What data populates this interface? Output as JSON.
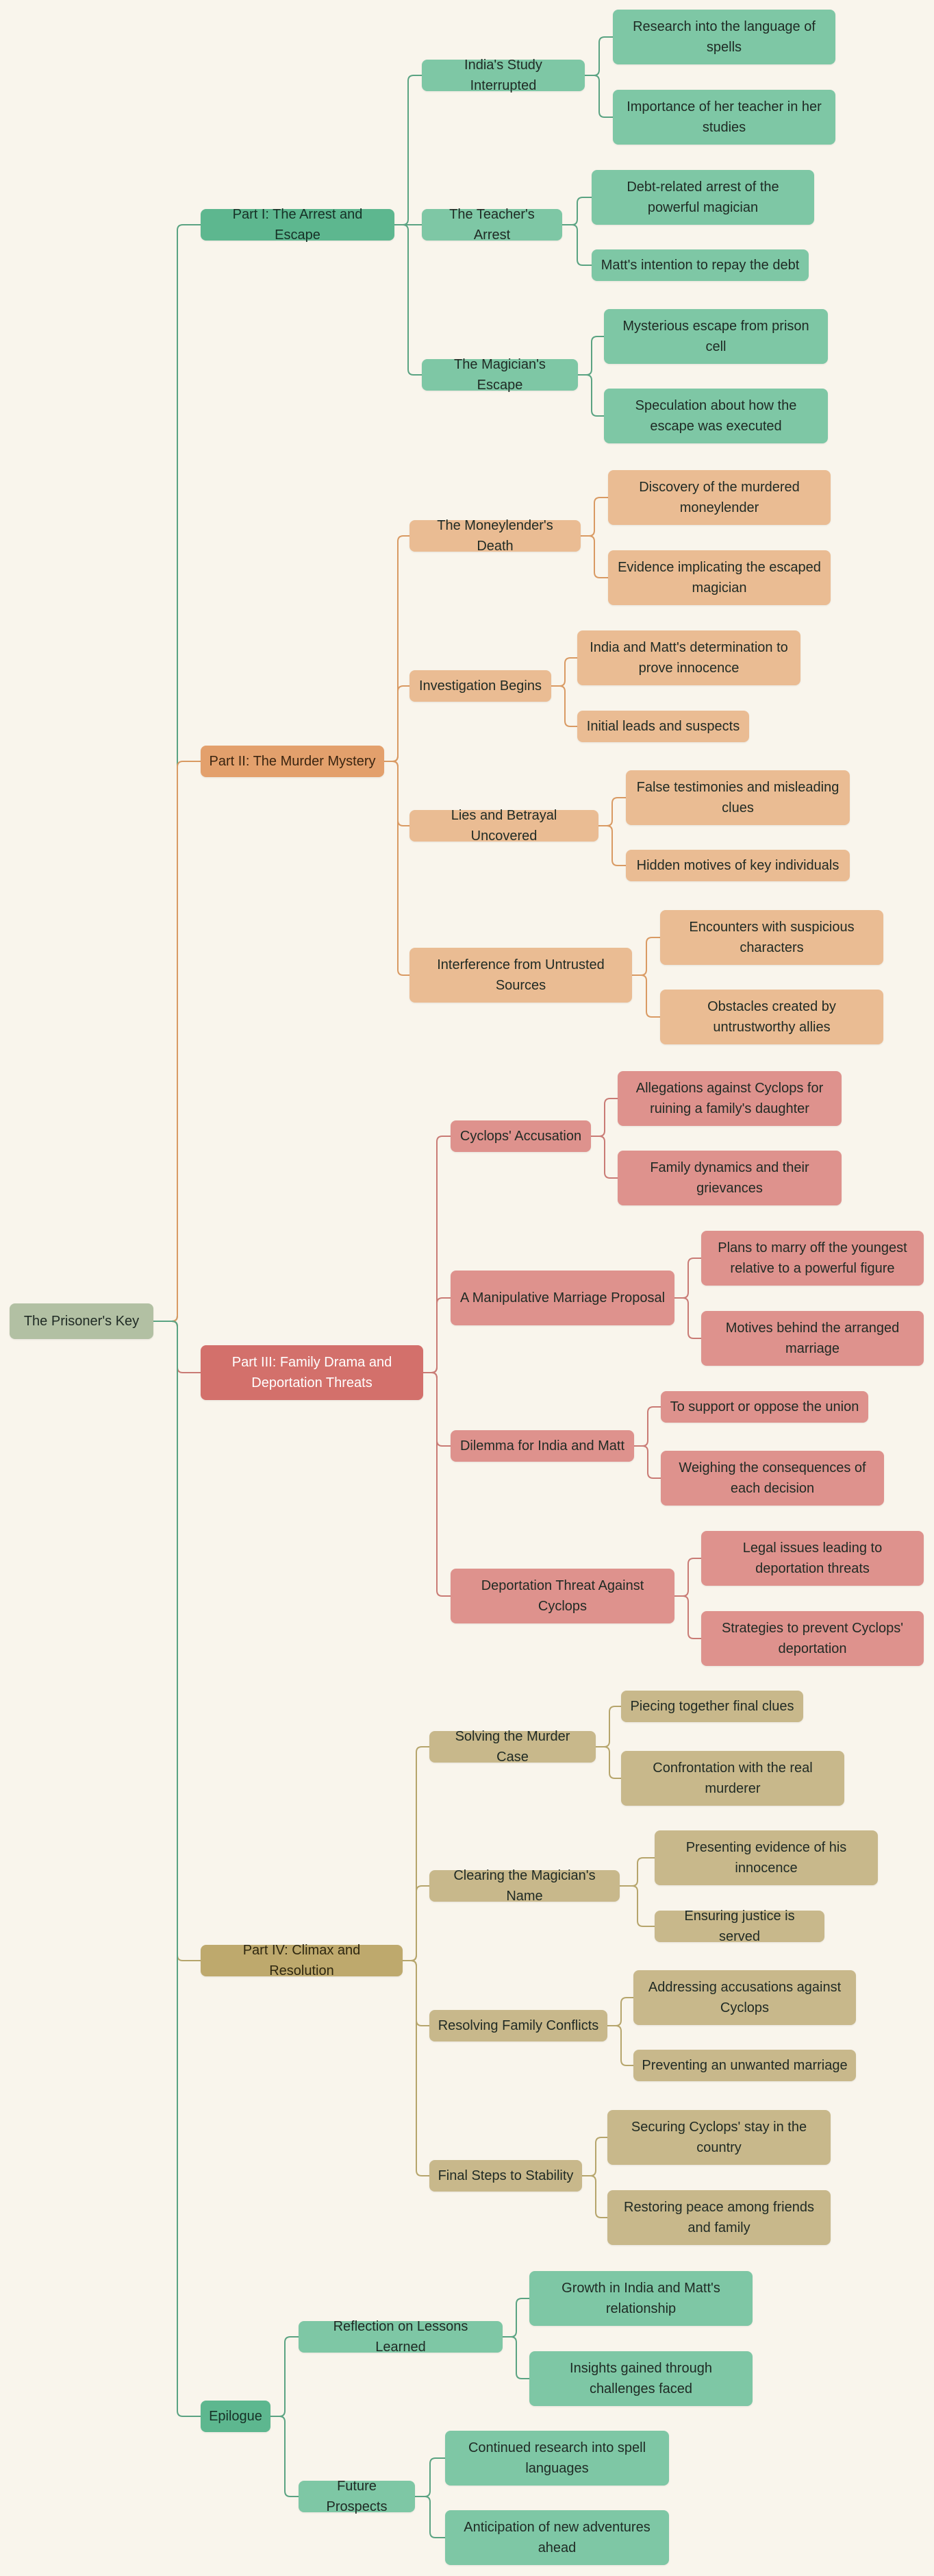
{
  "colors": {
    "background": "#f9f5ec",
    "root": "#b2c0a3",
    "part_green": "#5db78f",
    "leaf_green": "#7ec7a5",
    "line_green": "#5aa382",
    "part_orange": "#e3a06c",
    "leaf_orange": "#eabc93",
    "line_orange": "#d99a63",
    "part_red": "#d3706b",
    "leaf_red": "#de928d",
    "line_red": "#c97b75",
    "part_olive": "#bea96d",
    "leaf_olive": "#c8b88b",
    "line_olive": "#b6a56c"
  },
  "root": {
    "label": "The Prisoner's Key"
  },
  "parts": [
    {
      "label": "Part I: The Arrest and Escape",
      "theme": "green",
      "topics": [
        {
          "label": "India's Study Interrupted",
          "items": [
            "Research into the language of spells",
            "Importance of her teacher in her studies"
          ]
        },
        {
          "label": "The Teacher's Arrest",
          "items": [
            "Debt-related arrest of the powerful magician",
            "Matt's intention to repay the debt"
          ]
        },
        {
          "label": "The Magician's Escape",
          "items": [
            "Mysterious escape from prison cell",
            "Speculation about how the escape was executed"
          ]
        }
      ]
    },
    {
      "label": "Part II: The Murder Mystery",
      "theme": "orange",
      "topics": [
        {
          "label": "The Moneylender's Death",
          "items": [
            "Discovery of the murdered moneylender",
            "Evidence implicating the escaped magician"
          ]
        },
        {
          "label": "Investigation Begins",
          "items": [
            "India and Matt's determination to prove innocence",
            "Initial leads and suspects"
          ]
        },
        {
          "label": "Lies and Betrayal Uncovered",
          "items": [
            "False testimonies and misleading clues",
            "Hidden motives of key individuals"
          ]
        },
        {
          "label": "Interference from Untrusted Sources",
          "items": [
            "Encounters with suspicious characters",
            "Obstacles created by untrustworthy allies"
          ]
        }
      ]
    },
    {
      "label": "Part III: Family Drama and Deportation Threats",
      "theme": "red",
      "topics": [
        {
          "label": "Cyclops' Accusation",
          "items": [
            "Allegations against Cyclops for ruining a family's daughter",
            "Family dynamics and their grievances"
          ]
        },
        {
          "label": "A Manipulative Marriage Proposal",
          "items": [
            "Plans to marry off the youngest relative to a powerful figure",
            "Motives behind the arranged marriage"
          ]
        },
        {
          "label": "Dilemma for India and Matt",
          "items": [
            "To support or oppose the union",
            "Weighing the consequences of each decision"
          ]
        },
        {
          "label": "Deportation Threat Against Cyclops",
          "items": [
            "Legal issues leading to deportation threats",
            "Strategies to prevent Cyclops' deportation"
          ]
        }
      ]
    },
    {
      "label": "Part IV: Climax and Resolution",
      "theme": "olive",
      "topics": [
        {
          "label": "Solving the Murder Case",
          "items": [
            "Piecing together final clues",
            "Confrontation with the real murderer"
          ]
        },
        {
          "label": "Clearing the Magician's Name",
          "items": [
            "Presenting evidence of his innocence",
            "Ensuring justice is served"
          ]
        },
        {
          "label": "Resolving Family Conflicts",
          "items": [
            "Addressing accusations against Cyclops",
            "Preventing an unwanted marriage"
          ]
        },
        {
          "label": "Final Steps to Stability",
          "items": [
            "Securing Cyclops' stay in the country",
            "Restoring peace among friends and family"
          ]
        }
      ]
    },
    {
      "label": "Epilogue",
      "theme": "green",
      "topics": [
        {
          "label": "Reflection on Lessons Learned",
          "items": [
            "Growth in India and Matt's relationship",
            "Insights gained through challenges faced"
          ]
        },
        {
          "label": "Future Prospects",
          "items": [
            "Continued research into spell languages",
            "Anticipation of new adventures ahead"
          ]
        }
      ]
    }
  ]
}
